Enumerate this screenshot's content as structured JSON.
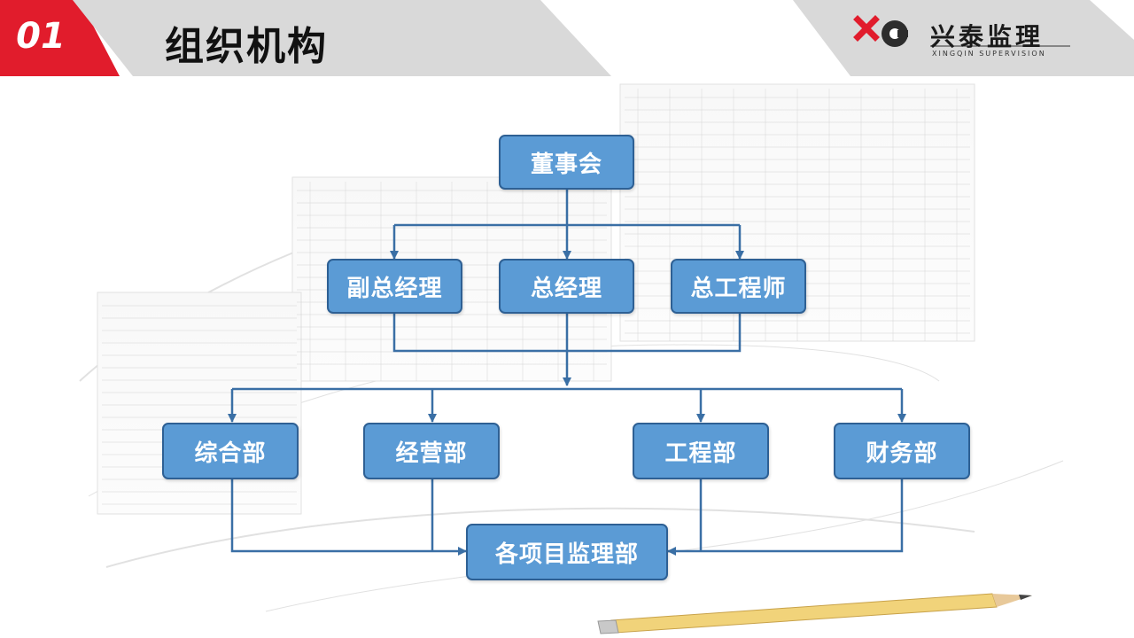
{
  "header": {
    "section_number": "01",
    "title": "组织机构",
    "brand_name": "兴泰监理",
    "brand_subtitle": "XINGQIN SUPERVISION"
  },
  "org_chart": {
    "board": "董事会",
    "executives": [
      "副总经理",
      "总经理",
      "总工程师"
    ],
    "departments": [
      "综合部",
      "经营部",
      "工程部",
      "财务部"
    ],
    "project_office": "各项目监理部"
  },
  "colors": {
    "box_fill": "#5b9bd5",
    "box_border": "#2e6094",
    "connector": "#3a6fa5",
    "accent_red": "#e11c2c",
    "header_gray": "#d9d9d9"
  }
}
